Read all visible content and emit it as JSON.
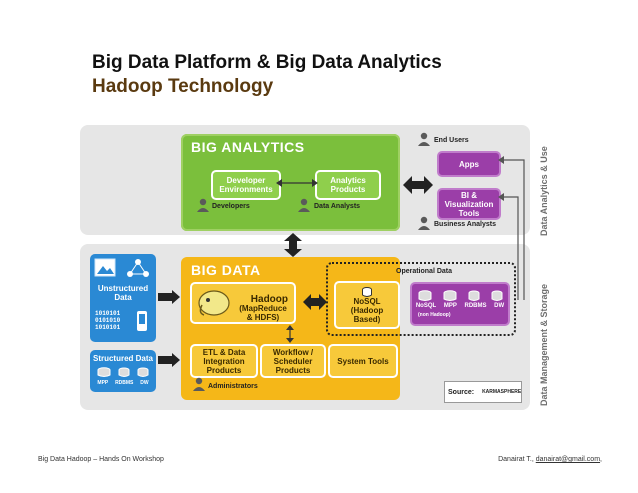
{
  "slide": {
    "title": "Big Data Platform & Big Data Analytics",
    "subtitle": "Hadoop Technology"
  },
  "diagram": {
    "big_analytics": {
      "title": "BIG ANALYTICS",
      "developer_env": "Developer Environments",
      "analytics_products": "Analytics Products",
      "developers": "Developers",
      "data_analysts": "Data Analysts"
    },
    "use_side": {
      "end_users": "End Users",
      "apps": "Apps",
      "bi_tools": "BI & Visualization Tools",
      "business_analysts": "Business Analysts"
    },
    "big_data": {
      "title": "BIG DATA",
      "hadoop": "Hadoop",
      "hadoop_sub": "(MapReduce & HDFS)",
      "nosql": "NoSQL (Hadoop Based)",
      "etl": "ETL & Data Integration Products",
      "workflow": "Workflow / Scheduler Products",
      "system_tools": "System Tools",
      "administrators": "Administrators"
    },
    "operational": {
      "label": "Operational Data",
      "nosql": "NoSQL",
      "nosql_sub": "(non Hadoop)",
      "mpp": "MPP",
      "rdbms": "RDBMS",
      "dw": "DW"
    },
    "unstructured": {
      "label": "Unstructured Data",
      "binary": "1010101 0101010 1010101"
    },
    "structured": {
      "label": "Structured Data",
      "mpp": "MPP",
      "rdbms": "RDBMS",
      "dw": "DW"
    },
    "source": {
      "label": "Source:",
      "logo": "KARMASPHERE"
    },
    "side_labels": {
      "analytics_use": "Data Analytics & Use",
      "management_storage": "Data Management & Storage"
    },
    "colors": {
      "green": "#7bbf3c",
      "yellow": "#f5b718",
      "purple": "#9b3ea8",
      "blue": "#2a89d4"
    }
  },
  "footer": {
    "left": "Big Data Hadoop – Hands On Workshop",
    "right_name": "Danairat T.,",
    "right_email": "danairat@gmail.com",
    "right_end": ","
  }
}
